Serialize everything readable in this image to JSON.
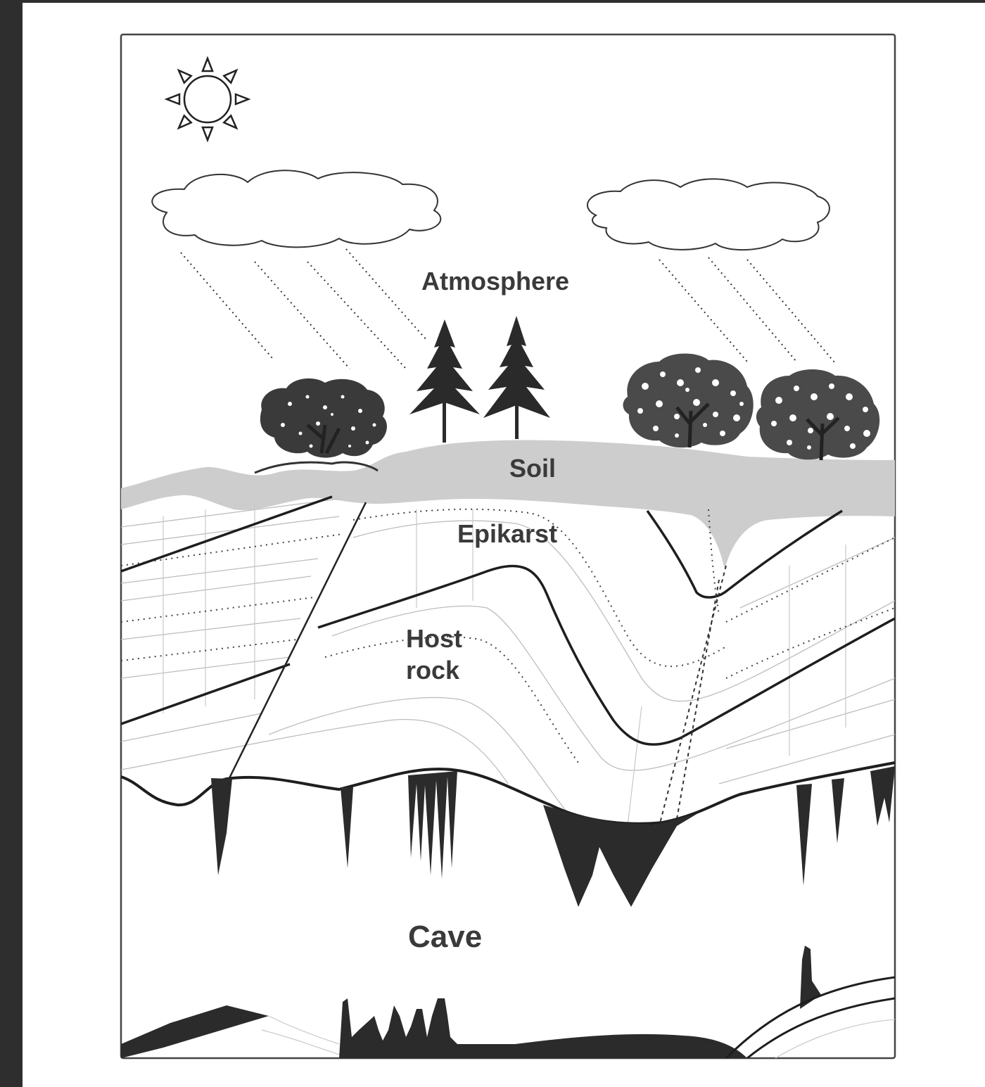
{
  "labels": {
    "atmosphere": "Atmosphere",
    "soil": "Soil",
    "epikarst": "Epikarst",
    "host_rock_line1": "Host",
    "host_rock_line2": "rock",
    "cave": "Cave"
  },
  "colors": {
    "frame_background": "#2e2e2e",
    "paper": "#ffffff",
    "ink": "#1e1e1e",
    "soil": "#cdcdcd",
    "cave_rock": "#2b2b2b",
    "label_text": "#3a3a3a"
  },
  "icons": {
    "sun": "sun-icon",
    "clouds": "cloud-icon",
    "trees": "tree-icon"
  }
}
